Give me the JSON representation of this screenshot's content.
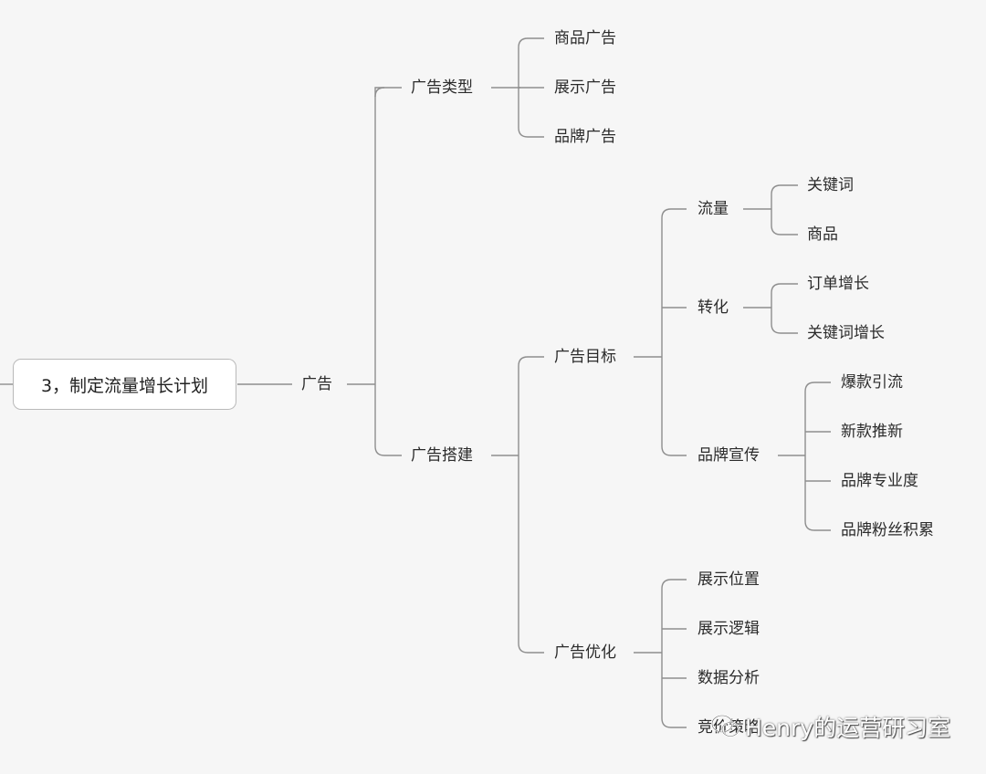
{
  "diagram": {
    "root": "3，制定流量增长计划",
    "level1": "广告",
    "ad_types": {
      "label": "广告类型",
      "items": [
        "商品广告",
        "展示广告",
        "品牌广告"
      ]
    },
    "ad_setup": {
      "label": "广告搭建",
      "goal": {
        "label": "广告目标",
        "traffic": {
          "label": "流量",
          "items": [
            "关键词",
            "商品"
          ]
        },
        "conversion": {
          "label": "转化",
          "items": [
            "订单增长",
            "关键词增长"
          ]
        },
        "brand": {
          "label": "品牌宣传",
          "items": [
            "爆款引流",
            "新款推新",
            "品牌专业度",
            "品牌粉丝积累"
          ]
        }
      },
      "optimization": {
        "label": "广告优化",
        "items": [
          "展示位置",
          "展示逻辑",
          "数据分析",
          "竞价策略"
        ]
      }
    }
  },
  "watermark": {
    "text": "Henry的运营研习室"
  },
  "colors": {
    "line": "#8e8e8e",
    "background": "#f6f6f6",
    "root_border": "#b9b9b9"
  }
}
